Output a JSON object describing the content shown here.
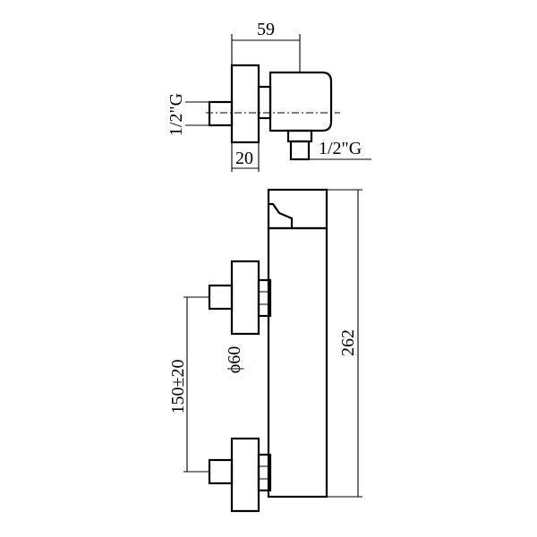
{
  "dimensions": {
    "top_width": "59",
    "inlet_thread_left": "1/2\"G",
    "wall_plate_depth": "20",
    "outlet_thread": "1/2\"G",
    "total_height": "262",
    "centre_distance": "150±20",
    "escutcheon_diameter": "ϕ60"
  }
}
